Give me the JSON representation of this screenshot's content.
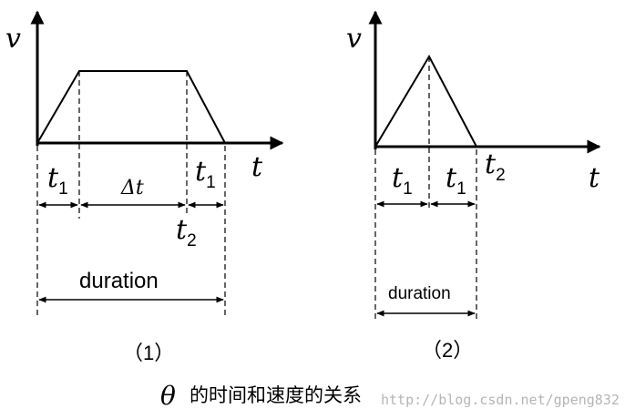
{
  "diagram1": {
    "axis_v": "v",
    "axis_t": "t",
    "label_t1_left": "t",
    "label_t1_left_sub": "1",
    "label_dt": "Δt",
    "label_t1_right": "t",
    "label_t1_right_sub": "1",
    "label_t2": "t",
    "label_t2_sub": "2",
    "duration": "duration",
    "caption": "（1）"
  },
  "diagram2": {
    "axis_v": "v",
    "axis_t": "t",
    "label_t1_left": "t",
    "label_t1_left_sub": "1",
    "label_t1_right": "t",
    "label_t1_right_sub": "1",
    "label_t2": "t",
    "label_t2_sub": "2",
    "duration": "duration",
    "caption": "（2）"
  },
  "footer": {
    "theta": "θ",
    "caption": "的时间和速度的关系",
    "watermark": "http://blog.csdn.net/gpeng832"
  }
}
